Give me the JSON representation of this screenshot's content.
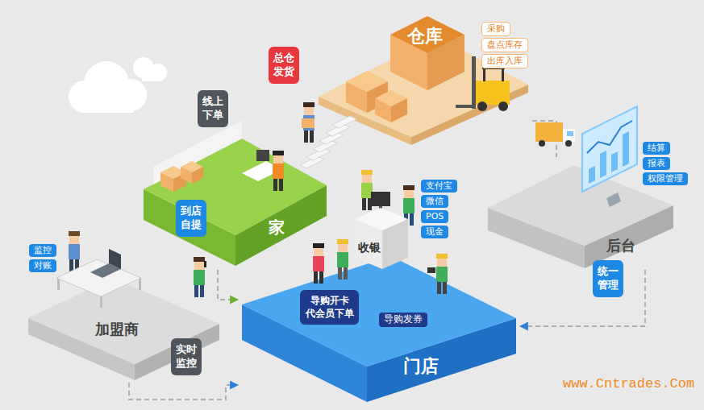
{
  "diagram": {
    "nodes": [
      {
        "text": [
          "仓库"
        ]
      },
      {
        "text": [
          "采购"
        ]
      },
      {
        "text": [
          "盘点库存"
        ]
      },
      {
        "text": [
          "出库入库"
        ]
      },
      {
        "text": [
          "总仓发货"
        ]
      },
      {
        "text": [
          "线上下单"
        ]
      },
      {
        "text": [
          "后台"
        ]
      },
      {
        "text": [
          "结算"
        ]
      },
      {
        "text": [
          "报表"
        ]
      },
      {
        "text": [
          "权限管理"
        ]
      },
      {
        "text": [
          "家"
        ]
      },
      {
        "text": [
          "支付宝"
        ]
      },
      {
        "text": [
          "微信"
        ]
      },
      {
        "text": [
          "POS"
        ]
      },
      {
        "text": [
          "现金"
        ]
      },
      {
        "text": [
          "到店自提"
        ]
      },
      {
        "text": [
          "收银"
        ]
      },
      {
        "text": [
          "监控"
        ]
      },
      {
        "text": [
          "对账"
        ]
      },
      {
        "text": [
          "门店"
        ]
      },
      {
        "text": [
          "导购开卡 代会员下单"
        ],
        "in": 19
      },
      {
        "text": [
          "导购发券"
        ],
        "in": 19
      },
      {
        "text": [
          "统一管理"
        ]
      },
      {
        "text": [
          "加盟商"
        ]
      },
      {
        "text": [
          "实时监控"
        ]
      }
    ],
    "edges": [
      {
        "from": 10,
        "to": 19,
        "arrow": "to"
      },
      {
        "from": 23,
        "to": 19,
        "arrow": "to"
      },
      {
        "from": 6,
        "to": 19,
        "arrow": "to"
      },
      {
        "from": 0,
        "to": 6,
        "arrow": "none"
      }
    ],
    "labels": [
      "www.Cntrades.Com"
    ]
  }
}
